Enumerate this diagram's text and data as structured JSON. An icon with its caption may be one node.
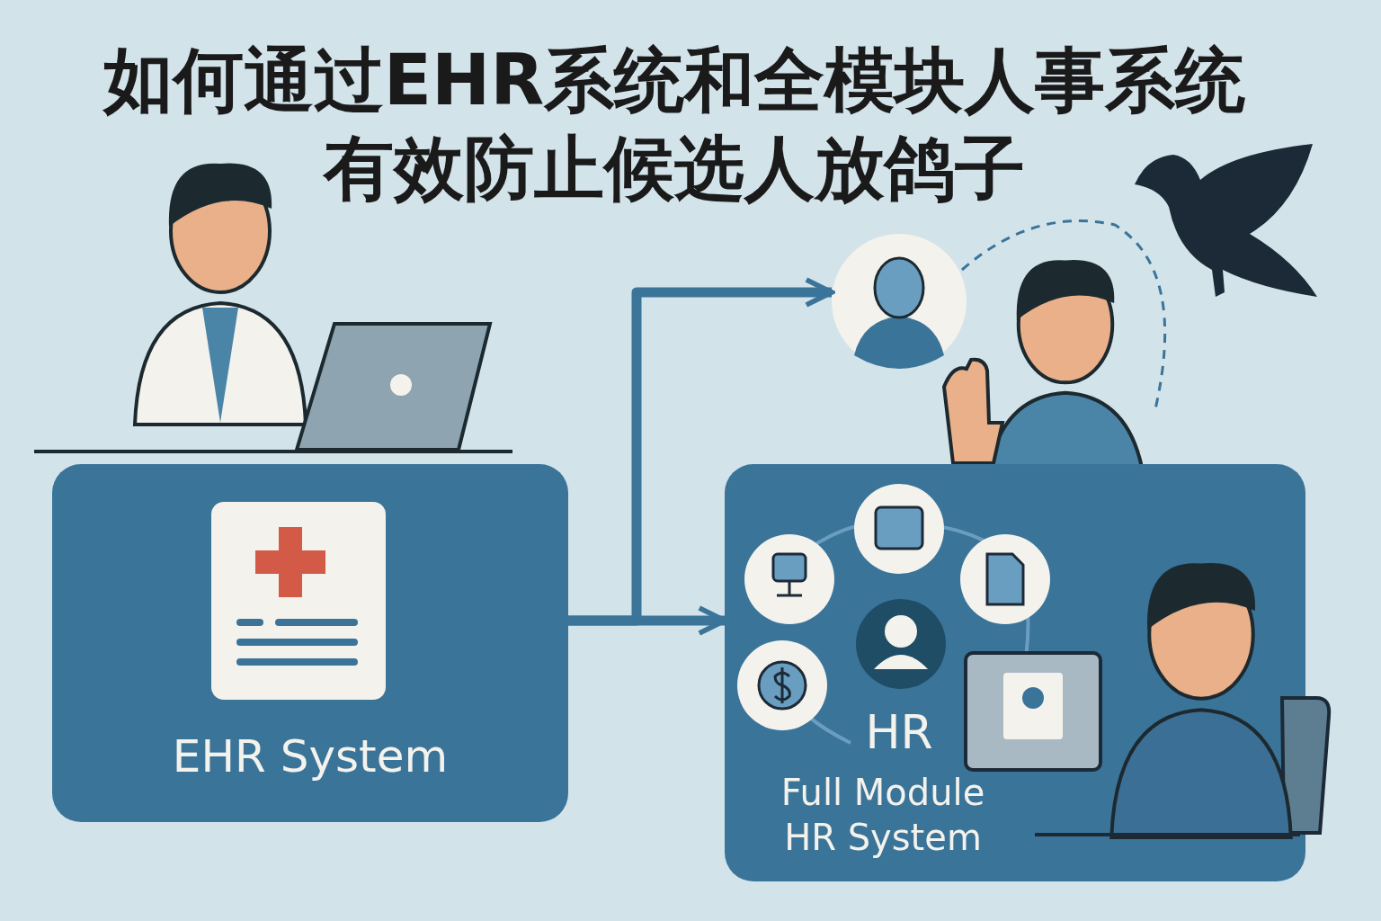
{
  "diagram": {
    "title": "如何通过EHR系统和全模块人事系统有效防止候选人放鸽子",
    "nodes": [
      {
        "text": [
          "EHR System"
        ]
      },
      {
        "text": [
          "HR",
          "Full Module HR System"
        ]
      },
      {
        "text": [],
        "shape": "circle"
      }
    ],
    "edges": [
      {
        "from": 0,
        "to": 2,
        "arrow": "to"
      },
      {
        "from": 0,
        "to": 1,
        "arrow": "to"
      }
    ]
  }
}
